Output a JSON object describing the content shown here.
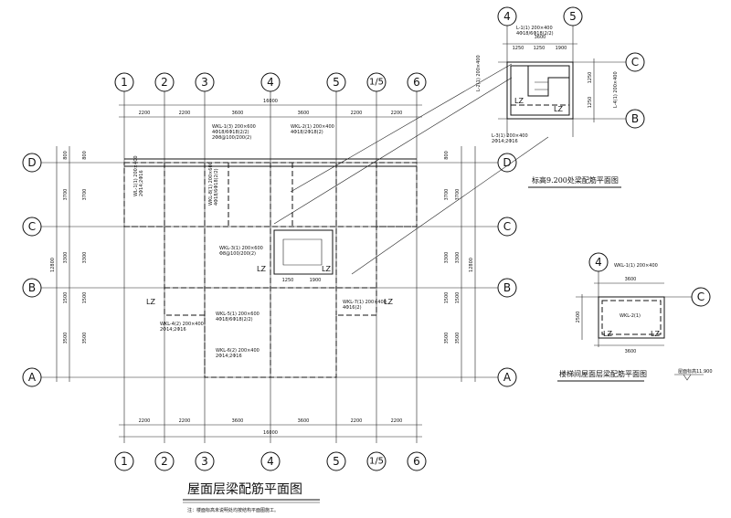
{
  "main_plan": {
    "title": "屋面层梁配筋平面图",
    "note": "注：楼面标高未说明处均按结构平面图施工。",
    "axes_x": [
      "1",
      "2",
      "3",
      "4",
      "5",
      "1/5",
      "6"
    ],
    "axes_y": [
      "D",
      "C",
      "B",
      "A"
    ],
    "dims_top": [
      "2200",
      "2200",
      "3600",
      "3600",
      "2200",
      "2200"
    ],
    "dims_bottom": [
      "2200",
      "2200",
      "3600",
      "3600",
      "2200",
      "2200"
    ],
    "overall_width": "16000",
    "dims_left": [
      "800",
      "3700",
      "3300",
      "1500",
      "3500"
    ],
    "dims_right": [
      "800",
      "3700",
      "3300",
      "1500",
      "3500"
    ],
    "overall_height_left": "12800",
    "overall_height_right": "12800",
    "inner_dims_stair": [
      "1250",
      "1900"
    ],
    "col_labels": [
      "LZ",
      "LZ",
      "LZ",
      "LZ"
    ],
    "beam_labels": [
      "WKL-1(3) 200×600\n4Φ18/6Φ18(2/2)\n2Φ8@100/200(2)",
      "WKL-2(1) 200×400\n4Φ18/2Φ18(2)",
      "WKL-3(1) 200×600\nΦ8@100/200(2)",
      "WKL-4(2) 200×400\n2Φ14;2Φ16",
      "WKL-5(1) 200×600\n4Φ18/6Φ18(2/2)",
      "WKL-6(2) 200×400\n2Φ14;2Φ16",
      "WKL-7(1) 200×400\n4Φ16(2)",
      "WL-1(1) 200×400\n2Φ14;2Φ16",
      "WKL-8(1) 200×600\n4Φ18/6Φ18(2/2)"
    ]
  },
  "detail_upper": {
    "title": "标高9.200处梁配筋平面图",
    "axes_x": [
      "4",
      "5"
    ],
    "axes_y": [
      "C",
      "B"
    ],
    "dims_top": [
      "1250",
      "1250",
      "1900"
    ],
    "overall_width": "3600",
    "dims_right": [
      "1250",
      "1250"
    ],
    "col_labels": [
      "LZ",
      "LZ"
    ],
    "beam_labels": [
      "L-1(1) 200×400\n4Φ18/6Φ18(2/2)",
      "L-2(1) 200×400",
      "L-3(1) 200×400\n2Φ14;2Φ16",
      "L-4(1) 200×400"
    ]
  },
  "detail_lower": {
    "title": "楼梯间屋面层梁配筋平面图",
    "level_mark": "屋面标高11.900",
    "axes_x": [
      "4"
    ],
    "axes_y": [
      "C"
    ],
    "dims_top": [
      "3600"
    ],
    "dims_bottom": [
      "3600"
    ],
    "dims_left": [
      "2500"
    ],
    "col_labels": [
      "LZ",
      "LZ"
    ],
    "beam_labels": [
      "WKL-1(1) 200×400",
      "WKL-2(1)"
    ]
  },
  "colors": {
    "line": "#111111",
    "background": "#ffffff"
  }
}
